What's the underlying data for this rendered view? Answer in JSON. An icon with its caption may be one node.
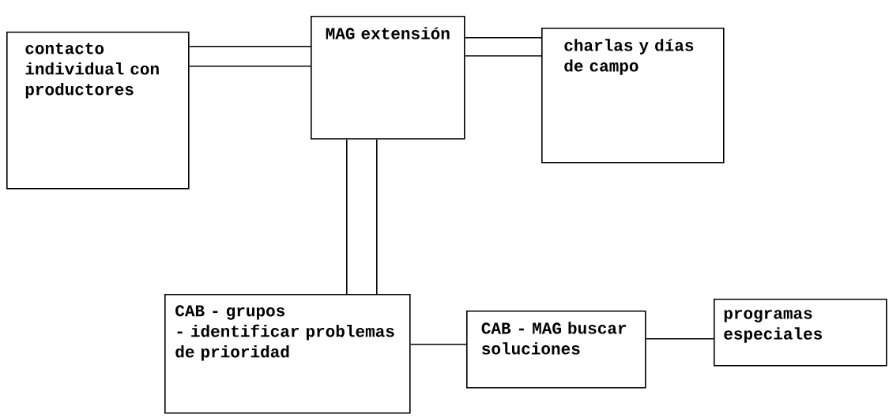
{
  "diagram": {
    "nodes": [
      {
        "text": [
          "contacto individual con productores"
        ]
      },
      {
        "text": [
          "MAG extensión"
        ]
      },
      {
        "text": [
          "charlas y días de campo"
        ]
      },
      {
        "text": [
          "CAB - grupos",
          "- identificar problemas de prioridad"
        ]
      },
      {
        "text": [
          "CAB - MAG buscar soluciones"
        ]
      },
      {
        "text": [
          "programas especiales"
        ]
      }
    ],
    "edges": [
      {
        "from": 0,
        "to": 1,
        "arrow": "none"
      },
      {
        "from": 0,
        "to": 1,
        "arrow": "none"
      },
      {
        "from": 1,
        "to": 2,
        "arrow": "none"
      },
      {
        "from": 1,
        "to": 2,
        "arrow": "none"
      },
      {
        "from": 1,
        "to": 3,
        "arrow": "none"
      },
      {
        "from": 1,
        "to": 3,
        "arrow": "none"
      },
      {
        "from": 3,
        "to": 4,
        "arrow": "none"
      },
      {
        "from": 4,
        "to": 5,
        "arrow": "none"
      }
    ]
  }
}
